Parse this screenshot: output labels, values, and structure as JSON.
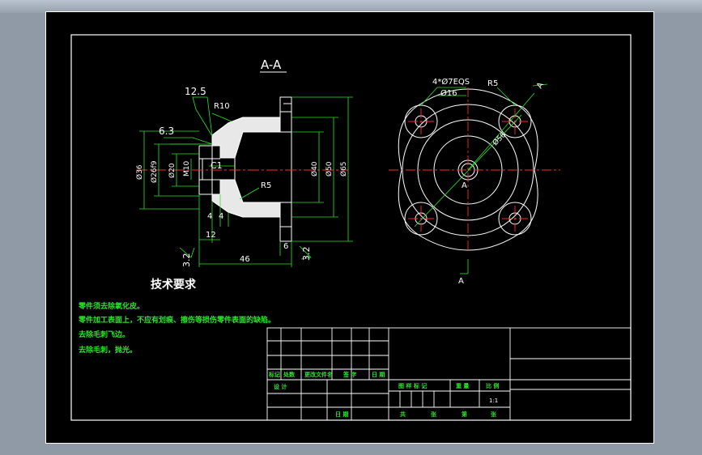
{
  "section_label": "A-A",
  "roughness": {
    "top": "12.5",
    "mid": "6.3",
    "bottom_left": "3.2",
    "bottom_right": "3.2"
  },
  "dims_left": {
    "d36": "Ø36",
    "d26": "Ø26f9",
    "d20": "Ø20",
    "m10": "M10",
    "d40": "Ø40",
    "d50": "Ø50",
    "d65": "Ø65",
    "r10": "R10",
    "c1": "C1",
    "r5": "R5",
    "w4a": "4",
    "w4b": "4",
    "w12": "12",
    "w46": "46",
    "w6": "6"
  },
  "dims_right": {
    "holes": "4*Ø7EQS",
    "d16": "Ø16",
    "r5": "R5",
    "d56": "Ø56",
    "section_a_center": "A",
    "section_a_bottom": "A",
    "section_a_top": "A"
  },
  "tech": {
    "title": "技术要求",
    "lines": [
      "零件须去除氧化皮。",
      "零件加工表面上，不应有划痕、擦伤等损伤零件表面的缺陷。",
      "去除毛刺飞边。",
      "去除毛刺，抛光。"
    ]
  },
  "title_block": {
    "row_labels": [
      "标记",
      "处数",
      "更改文件名",
      "签 字",
      "日 期"
    ],
    "design": "设 计",
    "date": "日 期",
    "stage_cols": [
      "图 样 标 记",
      "重 量",
      "比 例"
    ],
    "scale": "1:1",
    "total": "共",
    "sheet_unit": "张",
    "page": "第",
    "sheet_unit2": "张"
  },
  "colors": {
    "line": "#ffffff",
    "dim": "#27e627",
    "center": "#ff2a2a"
  }
}
